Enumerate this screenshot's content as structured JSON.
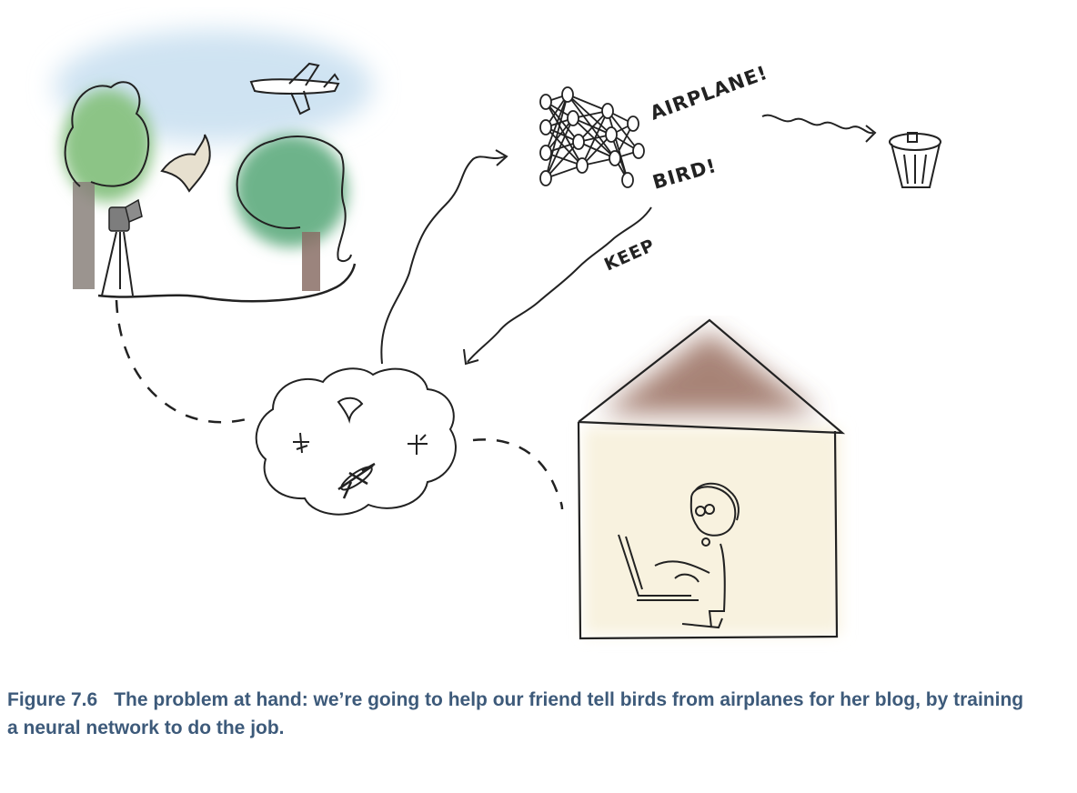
{
  "labels": {
    "airplane": "AIRPLANE!",
    "bird": "BIRD!",
    "keep": "KEEP"
  },
  "caption": {
    "number": "Figure 7.6",
    "text": "The problem at hand: we’re going to help our friend tell birds from airplanes for her blog, by training a neural network to do the job."
  },
  "colors": {
    "caption": "#3d5a7a",
    "sky": "#cfe3f2",
    "tree_green": "#7fbf7a",
    "roof": "#8a5a48",
    "house_wall": "#f8f2df",
    "ink": "#222222"
  },
  "icons": [
    "camera-icon",
    "bird-icon",
    "airplane-icon",
    "neural-network-icon",
    "trash-can-icon",
    "laptop-icon",
    "person-icon"
  ]
}
